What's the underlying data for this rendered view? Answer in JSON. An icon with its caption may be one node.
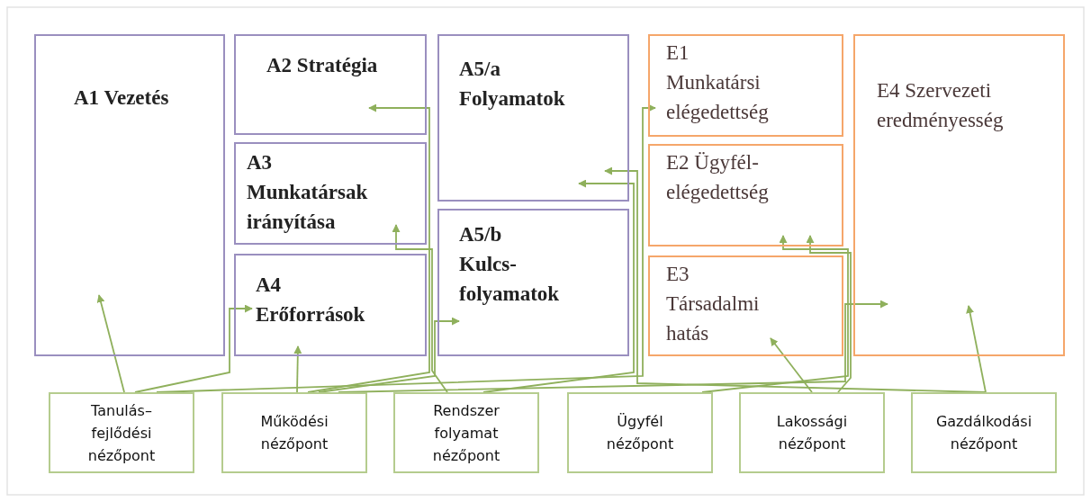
{
  "diagram": {
    "nodes": [
      {
        "text": [
          "A1 Vezetés"
        ]
      },
      {
        "text": [
          "A2 Stratégia"
        ]
      },
      {
        "text": [
          "A3 Munkatársak irányítása"
        ]
      },
      {
        "text": [
          "A4 Erőforrások"
        ]
      },
      {
        "text": [
          "A5/a Folyamatok"
        ]
      },
      {
        "text": [
          "A5/b Kulcs-folyamatok"
        ]
      },
      {
        "text": [
          "E1 Munkatársi elégedettség"
        ]
      },
      {
        "text": [
          "E2 Ügyfél-elégedettség"
        ]
      },
      {
        "text": [
          "E3 Társadalmi hatás"
        ]
      },
      {
        "text": [
          "E4 Szervezeti eredményesség"
        ]
      },
      {
        "text": [
          "Tanulás–fejlődési nézőpont"
        ]
      },
      {
        "text": [
          "Működési nézőpont"
        ]
      },
      {
        "text": [
          "Rendszer folyamat nézőpont"
        ]
      },
      {
        "text": [
          "Ügyfél nézőpont"
        ]
      },
      {
        "text": [
          "Lakossági nézőpont"
        ]
      },
      {
        "text": [
          "Gazdálkodási nézőpont"
        ]
      }
    ],
    "edges": [
      {
        "from": 10,
        "to": 0,
        "arrow": "to"
      },
      {
        "from": 10,
        "to": 3,
        "arrow": "to"
      },
      {
        "from": 10,
        "to": 6,
        "arrow": "to"
      },
      {
        "from": 11,
        "to": 1,
        "arrow": "to"
      },
      {
        "from": 11,
        "to": 3,
        "arrow": "to"
      },
      {
        "from": 11,
        "to": 5,
        "arrow": "to"
      },
      {
        "from": 11,
        "to": 9,
        "arrow": "to"
      },
      {
        "from": 12,
        "to": 2,
        "arrow": "to"
      },
      {
        "from": 12,
        "to": 4,
        "arrow": "to"
      },
      {
        "from": 13,
        "to": 7,
        "arrow": "to"
      },
      {
        "from": 14,
        "to": 7,
        "arrow": "to"
      },
      {
        "from": 14,
        "to": 8,
        "arrow": "to"
      },
      {
        "from": 15,
        "to": 4,
        "arrow": "to"
      },
      {
        "from": 15,
        "to": 9,
        "arrow": "to"
      }
    ]
  }
}
